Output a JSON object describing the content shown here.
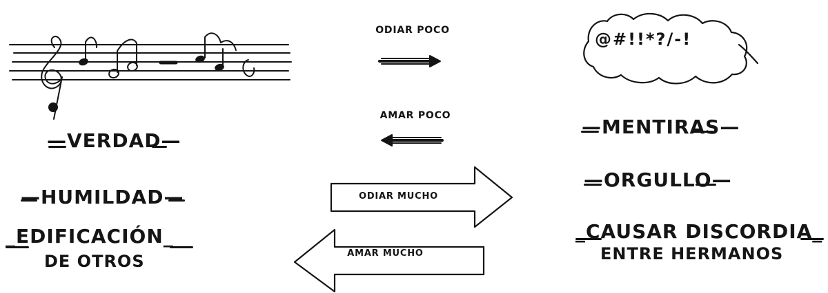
{
  "left": {
    "music_staff": {
      "icon": "music-staff-icon"
    },
    "labels": {
      "verdad": "—VERDAD—",
      "humildad": "—HUMILDAD—",
      "edificacion_line1": "_EDIFICACIÓN_",
      "edificacion_line2": "DE OTROS"
    }
  },
  "center": {
    "odiar_poco": "ODIAR POCO",
    "amar_poco": "AMAR POCO",
    "odiar_mucho": "ODIAR MUCHO",
    "amar_mucho": "AMAR MUCHO"
  },
  "right": {
    "speech_bubble": {
      "text": "@#!!*?/-!",
      "icon": "speech-bubble-icon"
    },
    "labels": {
      "mentiras": "—MENTIRAS—",
      "orgullo": "—ORGULLO—",
      "causar_line1": "_CAUSAR DISCORDIA_",
      "causar_line2": "ENTRE HERMANOS"
    }
  },
  "colors": {
    "ink": "#141414",
    "background": "#ffffff"
  }
}
